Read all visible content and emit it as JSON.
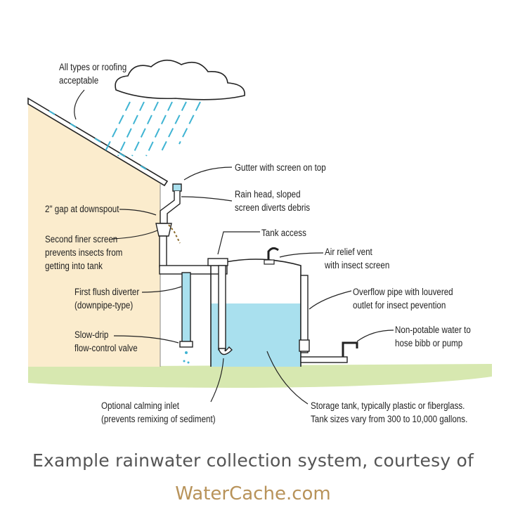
{
  "labels": {
    "roofing": [
      "All types or roofing",
      "acceptable"
    ],
    "gutter": [
      "Gutter with screen on top"
    ],
    "rain_head": [
      "Rain head, sloped",
      "screen diverts debris"
    ],
    "gap": [
      "2\" gap at downspout"
    ],
    "finer_screen": [
      "Second finer screen",
      "prevents insects from",
      "getting into tank"
    ],
    "tank_access": [
      "Tank access"
    ],
    "air_vent": [
      "Air relief vent",
      "with insect screen"
    ],
    "diverter": [
      "First flush diverter",
      "(downpipe-type)"
    ],
    "overflow": [
      "Overflow pipe with louvered",
      "outlet for insect pevention"
    ],
    "slow_drip": [
      "Slow-drip",
      "flow-control valve"
    ],
    "hose": [
      "Non-potable water to",
      "hose bibb or pump"
    ],
    "calming": [
      "Optional calming inlet",
      "(prevents remixing of sediment)"
    ],
    "storage": [
      "Storage tank, typically plastic or fiberglass.",
      "Tank sizes vary from 300 to 10,000 gallons."
    ]
  },
  "caption": {
    "line1": "Example rainwater collection system, courtesy of",
    "link": "WaterCache.com"
  },
  "colors": {
    "wall": "#fbeccd",
    "water": "#a9e0ee",
    "ground": "#d7e8b0",
    "rain": "#3fb4d3",
    "link": "#b8935a",
    "caption": "#555555"
  }
}
